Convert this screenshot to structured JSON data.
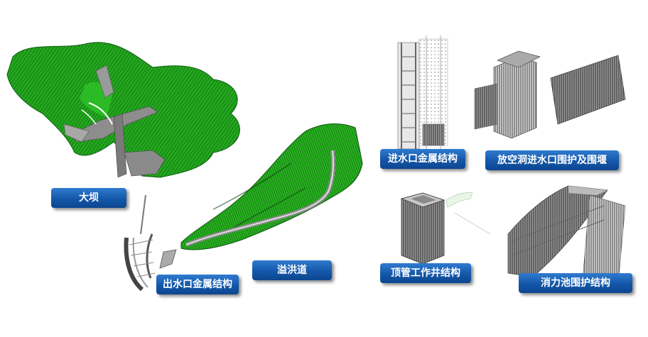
{
  "labels": {
    "dam": "大坝",
    "outlet_metal": "出水口金属结构",
    "spillway": "溢洪道",
    "inlet_metal": "进水口金属结构",
    "emptying_tunnel": "放空洞进水口围护及围堰",
    "jacking_shaft": "顶管工作井结构",
    "stilling_basin": "消力池围护结构"
  },
  "colors": {
    "terrain": "#22a51c",
    "terrain_dark": "#0d5e10",
    "concrete": "#8f8f8f",
    "label_blue": "#1457a8",
    "label_text": "#ffffff"
  }
}
